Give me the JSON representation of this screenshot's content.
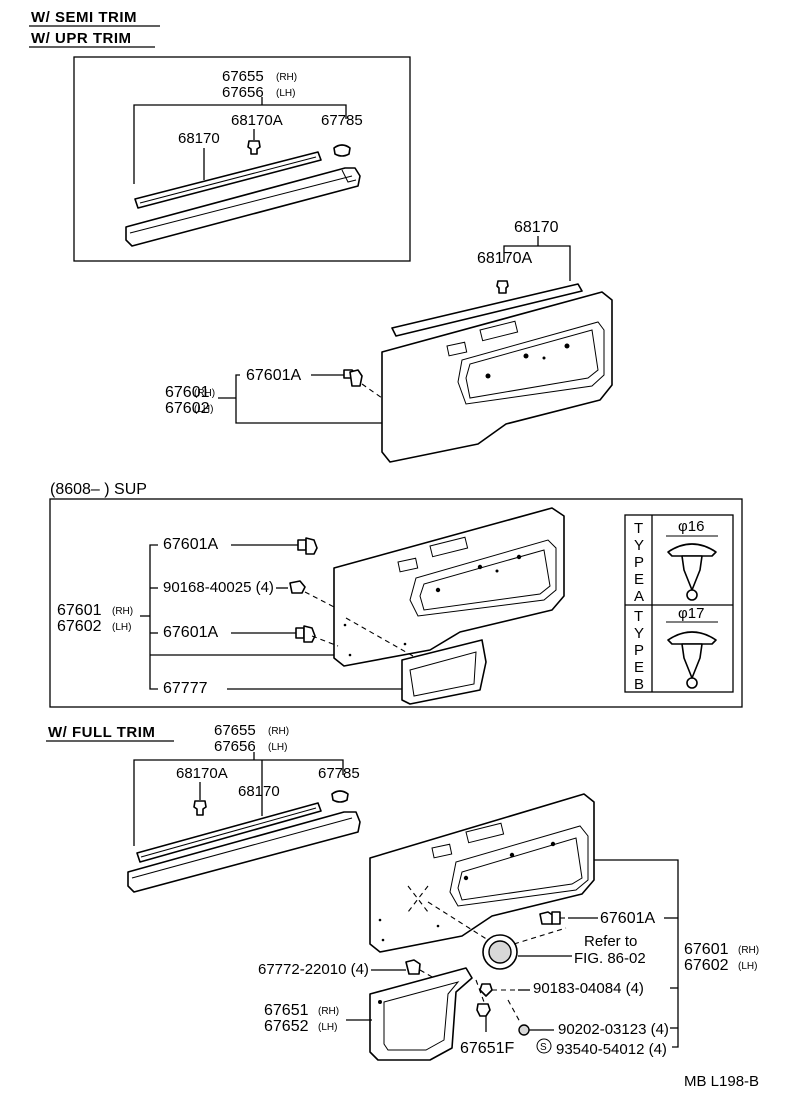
{
  "headers": {
    "semi_trim": "W/ SEMI TRIM",
    "upr_trim": "W/ UPR TRIM",
    "sup": "(8608–        ) SUP",
    "full_trim": "W/ FULL TRIM"
  },
  "upr": {
    "p67655": "67655",
    "p67655_side": "(RH)",
    "p67656": "67656",
    "p67656_side": "(LH)",
    "p68170A": "68170A",
    "p67785": "67785",
    "p68170": "68170"
  },
  "semi": {
    "p68170": "68170",
    "p68170A": "68170A",
    "p67601A": "67601A",
    "p67601": "67601",
    "p67601_side": "(RH)",
    "p67602": "67602",
    "p67602_side": "(LH)"
  },
  "sup": {
    "p67601A_top": "67601A",
    "p90168": "90168-40025 (4)",
    "p67601": "67601",
    "p67601_side": "(RH)",
    "p67602": "67602",
    "p67602_side": "(LH)",
    "p67601A_bot": "67601A",
    "p67777": "67777"
  },
  "type_table": {
    "type_a_letters": [
      "T",
      "Y",
      "P",
      "E",
      "A"
    ],
    "type_b_letters": [
      "T",
      "Y",
      "P",
      "E",
      "B"
    ],
    "dia_a": "φ16",
    "dia_b": "φ17"
  },
  "full": {
    "p67655": "67655",
    "p67655_side": "(RH)",
    "p67656": "67656",
    "p67656_side": "(LH)",
    "p68170A": "68170A",
    "p68170": "68170",
    "p67785": "67785",
    "p67601A": "67601A",
    "refer1": "Refer to",
    "refer2": "FIG. 86-02",
    "p67601": "67601",
    "p67601_side": "(RH)",
    "p67602": "67602",
    "p67602_side": "(LH)",
    "p67772": "67772-22010 (4)",
    "p90183": "90183-04084 (4)",
    "p67651": "67651",
    "p67651_side": "(RH)",
    "p67652": "67652",
    "p67652_side": "(LH)",
    "p67651F": "67651F",
    "p90202": "90202-03123 (4)",
    "s_mark": "S",
    "p93540": "93540-54012 (4)"
  },
  "footer": "MB  L198-B"
}
